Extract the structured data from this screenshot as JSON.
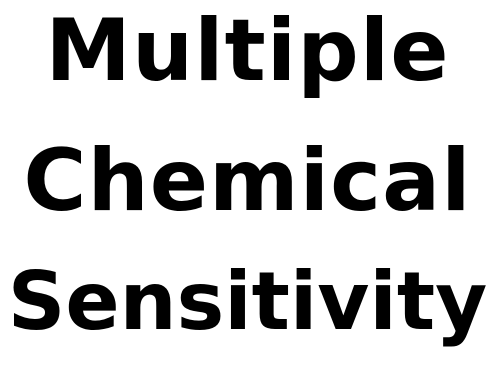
{
  "text": {
    "line1": "Multiple",
    "line2": "Chemical",
    "line3": "Sensitivity"
  },
  "colors": {
    "background": "#ffffff",
    "text": "#000000"
  }
}
